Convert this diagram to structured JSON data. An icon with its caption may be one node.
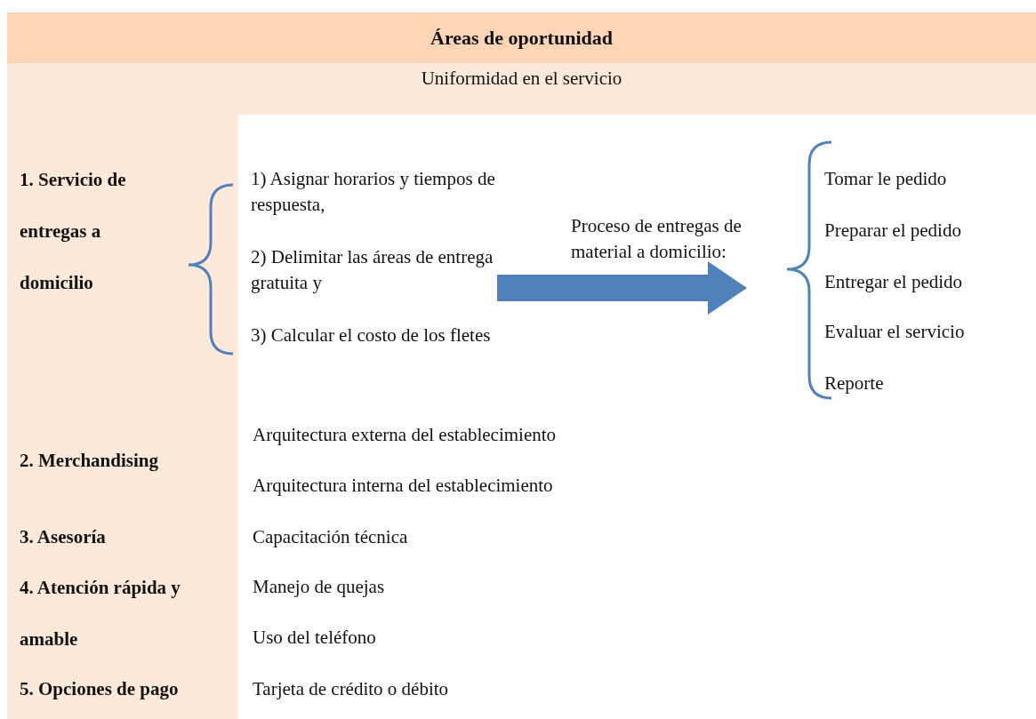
{
  "diagram": {
    "title": "Áreas de oportunidad",
    "nodes": [
      {
        "text": [
          "1) Asignar horarios y tiempos de respuesta,",
          "2) Delimitar las áreas de entrega gratuita y",
          "3) Calcular el costo de los fletes"
        ]
      },
      {
        "text": [
          "Proceso de entregas de material a domicilio:"
        ]
      }
    ],
    "edges": [
      {
        "from": 0,
        "to": 1,
        "arrow": "to"
      }
    ],
    "labels": [
      "Uniformidad en el servicio",
      "1. Servicio de entregas a domicilio",
      "Tomar le pedido",
      "Preparar el pedido",
      "Entregar el pedido",
      "Evaluar el servicio",
      "Reporte",
      "2. Merchandising",
      "Arquitectura externa del establecimiento",
      "Arquitectura interna del establecimiento",
      "3. Asesoría",
      "Capacitación técnica",
      "4. Atención rápida y amable",
      "Manejo de quejas",
      "Uso del teléfono",
      "5. Opciones de pago",
      "Tarjeta de crédito o débito"
    ]
  }
}
